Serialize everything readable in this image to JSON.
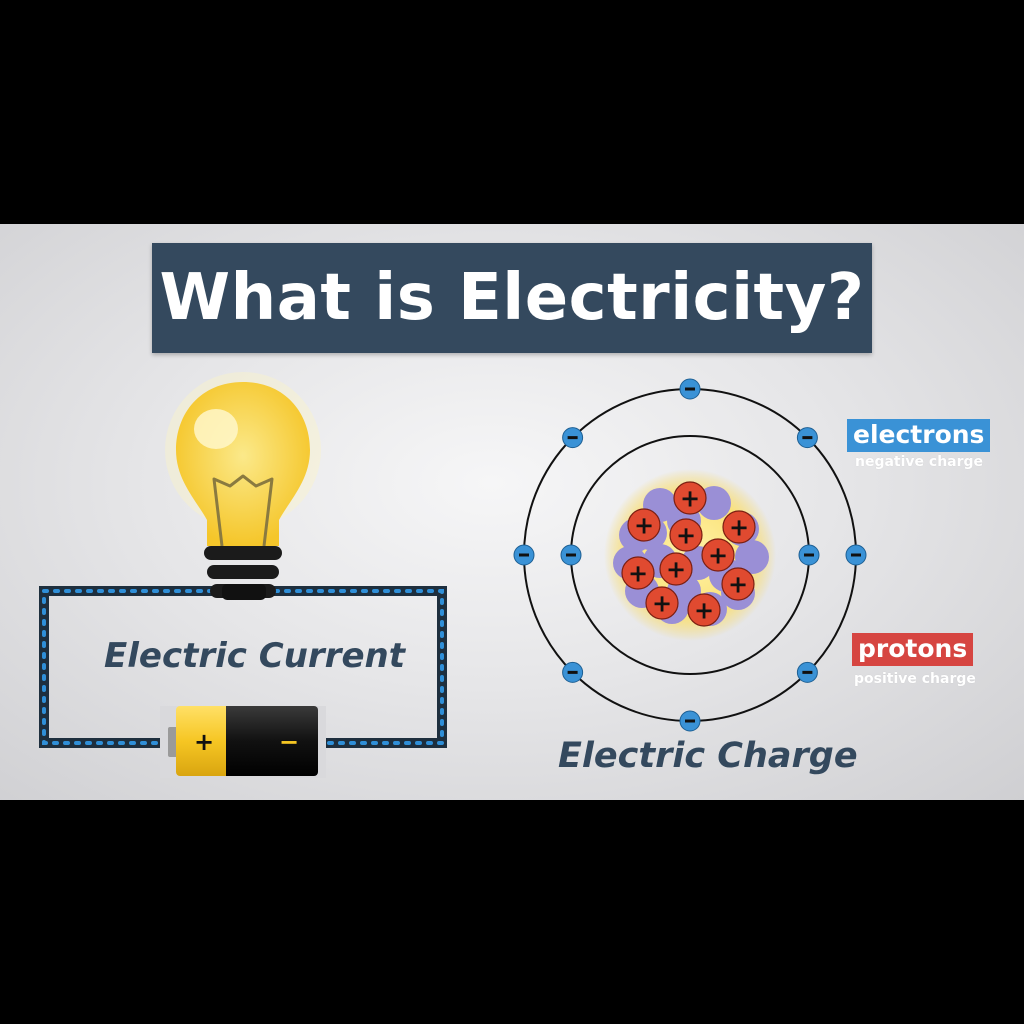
{
  "title": "What is Electricity?",
  "circuit": {
    "label": "Electric Current",
    "battery_plus": "+",
    "battery_minus": "−"
  },
  "atom": {
    "label": "Electric Charge",
    "electron_symbol": "−",
    "proton_symbol": "+"
  },
  "legend": {
    "electrons_label": "electrons",
    "electrons_sub": "negative charge",
    "protons_label": "protons",
    "protons_sub": "positive charge"
  },
  "colors": {
    "title_bg": "#34495e",
    "electron": "#3a92d6",
    "proton": "#e04a30",
    "neutron": "#9a8fd6",
    "bulb": "#f7d23a"
  }
}
